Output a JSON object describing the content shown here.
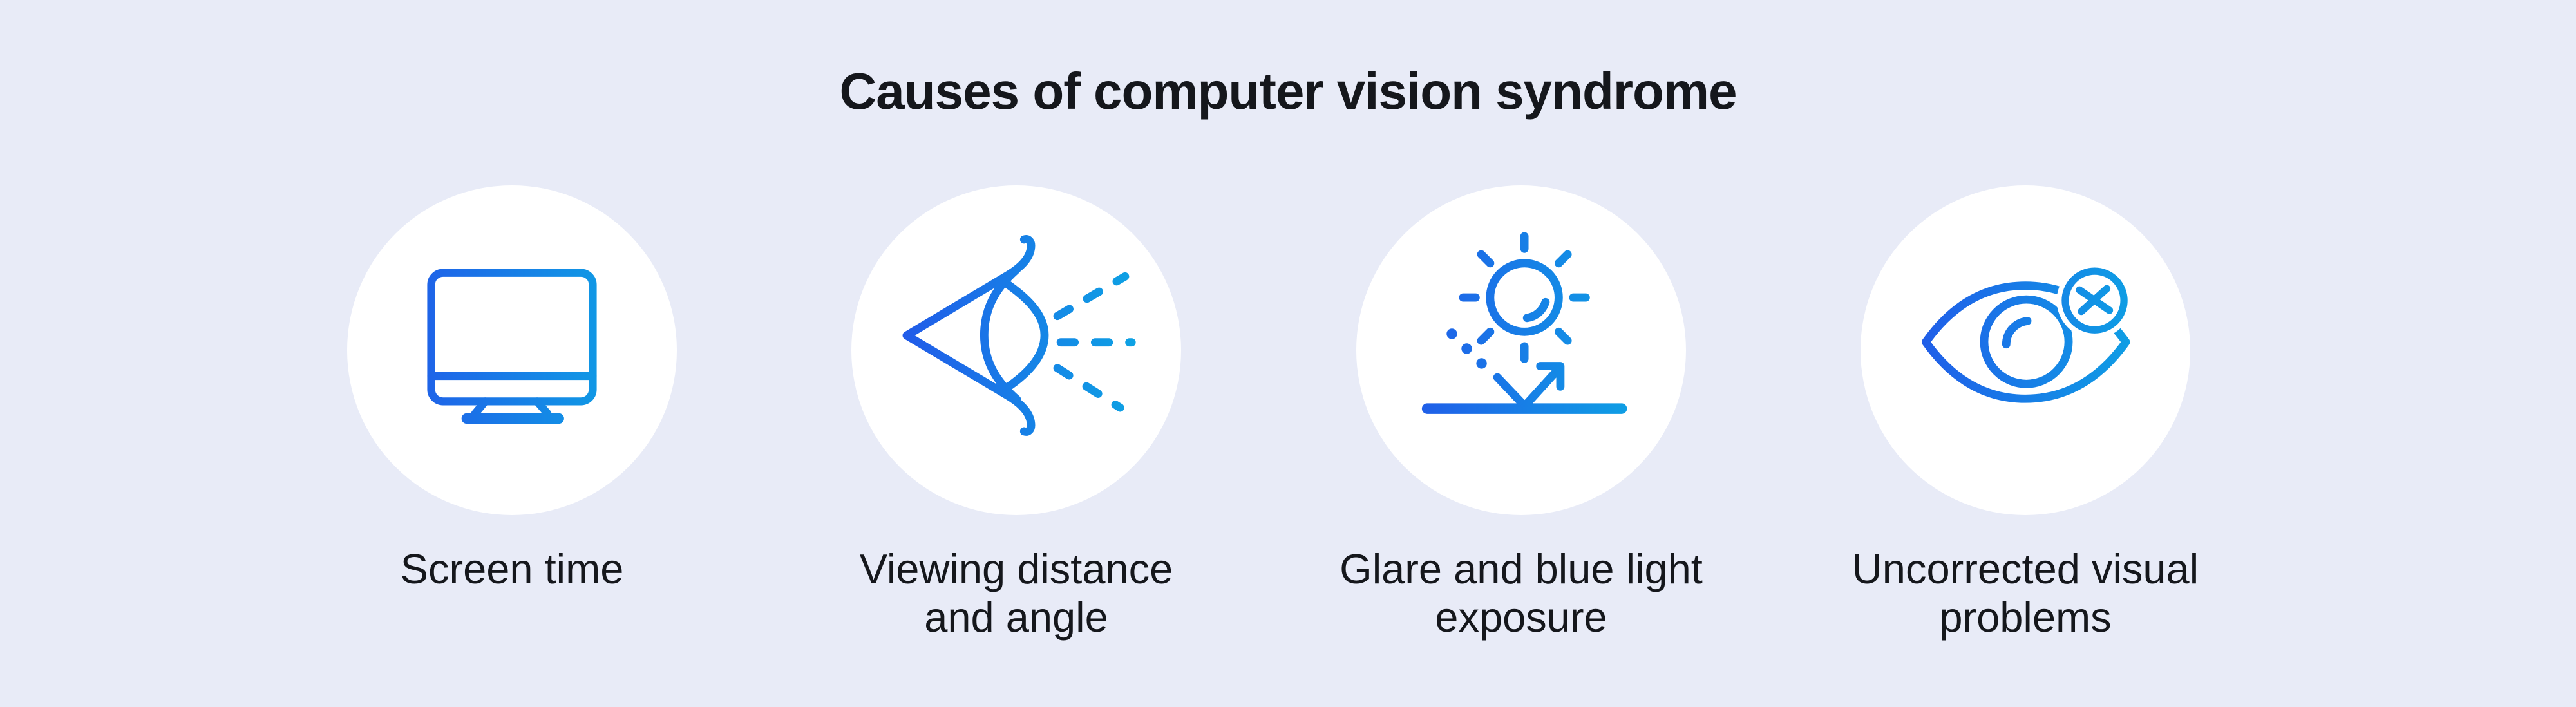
{
  "title": "Causes of computer vision syndrome",
  "theme": {
    "background": "#e8ebf7",
    "circle_fill": "#ffffff",
    "icon_gradient_start": "#2257e9",
    "icon_gradient_end": "#0da4e4",
    "text_color": "#15171c"
  },
  "items": [
    {
      "icon": "monitor-icon",
      "label": "Screen time"
    },
    {
      "icon": "eye-viewing-angle-icon",
      "label": "Viewing distance\nand angle"
    },
    {
      "icon": "sun-glare-reflection-icon",
      "label": "Glare and blue light\nexposure"
    },
    {
      "icon": "eye-error-icon",
      "label": "Uncorrected visual\nproblems"
    }
  ]
}
